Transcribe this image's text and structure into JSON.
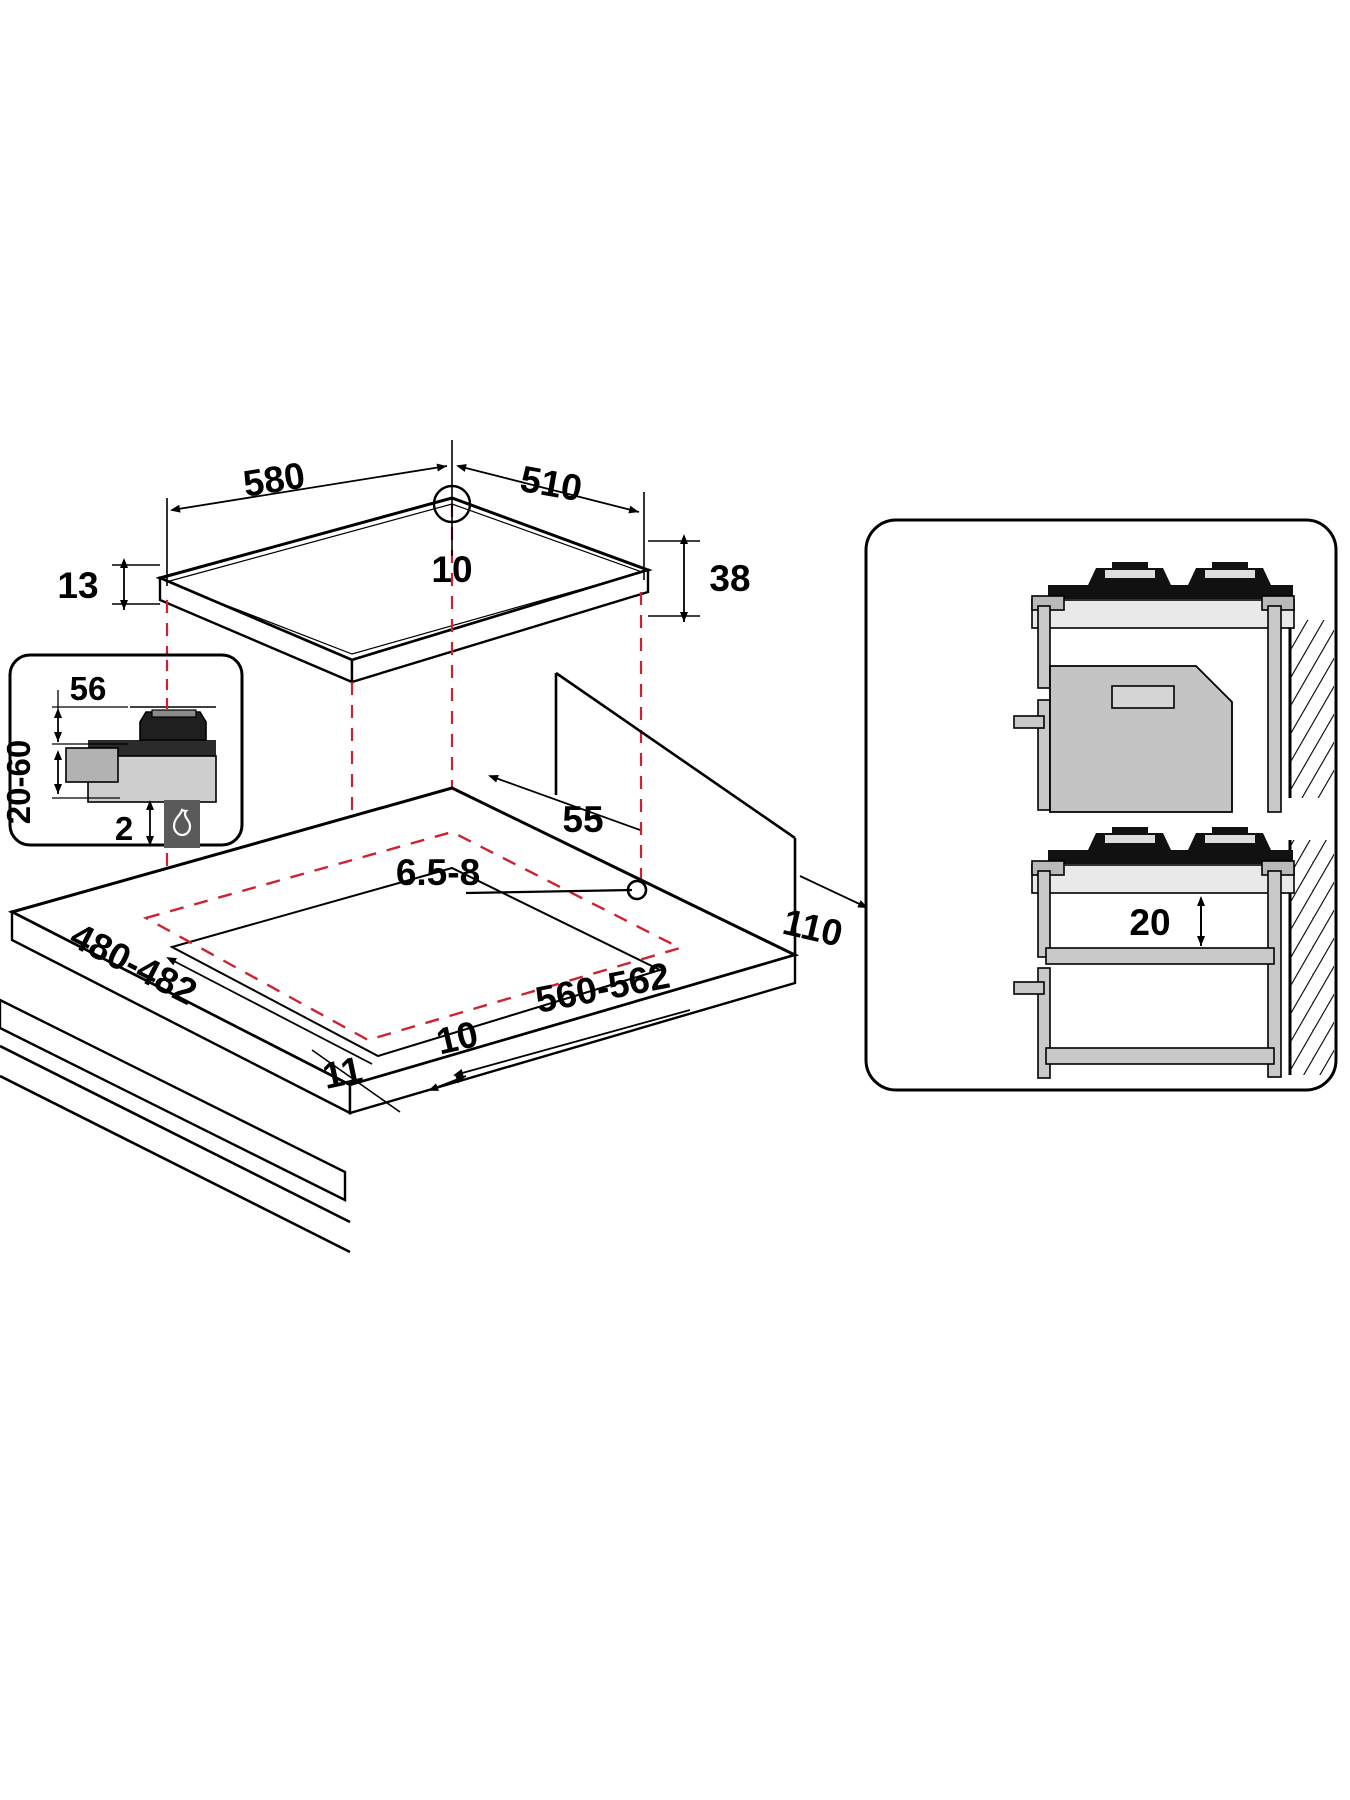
{
  "drawing": {
    "type": "technical-installation-diagram",
    "subject": "gas-hob-cooktop-cutout-dimensions",
    "units": "mm",
    "line_colors": {
      "outline": "#000000",
      "cutout_dashed": "#cc2233",
      "fill_light": "#d8d8d8",
      "fill_mid": "#b0b0b0",
      "fill_dark": "#3a3a3a",
      "flame_box": "#5a5a5a"
    }
  },
  "main_view": {
    "name": "hob-isometric-view",
    "dimensions": {
      "width_580": "580",
      "depth_510": "510",
      "hole_10": "10",
      "thickness_13": "13",
      "height_38": "38"
    }
  },
  "worktop_view": {
    "name": "worktop-cutout-isometric",
    "dimensions": {
      "edge_55": "55",
      "hole_diameter_6_5_8": "6.5-8",
      "overhang_110": "110",
      "cutout_width_560_562": "560-562",
      "cutout_depth_480_482": "480-482",
      "corner_radius_10": "10",
      "front_11": "11"
    }
  },
  "inset_left": {
    "name": "burner-detail-inset",
    "dimensions": {
      "top_56": "56",
      "side_20_60": "20-60",
      "gap_2": "2"
    },
    "icons": {
      "gas_flame": "gas-flame-icon"
    }
  },
  "inset_right": {
    "name": "oven-clearance-insets",
    "upper": {
      "name": "hob-over-oven-section",
      "label": ""
    },
    "lower": {
      "name": "hob-over-shelf-section",
      "clearance_20": "20"
    }
  }
}
